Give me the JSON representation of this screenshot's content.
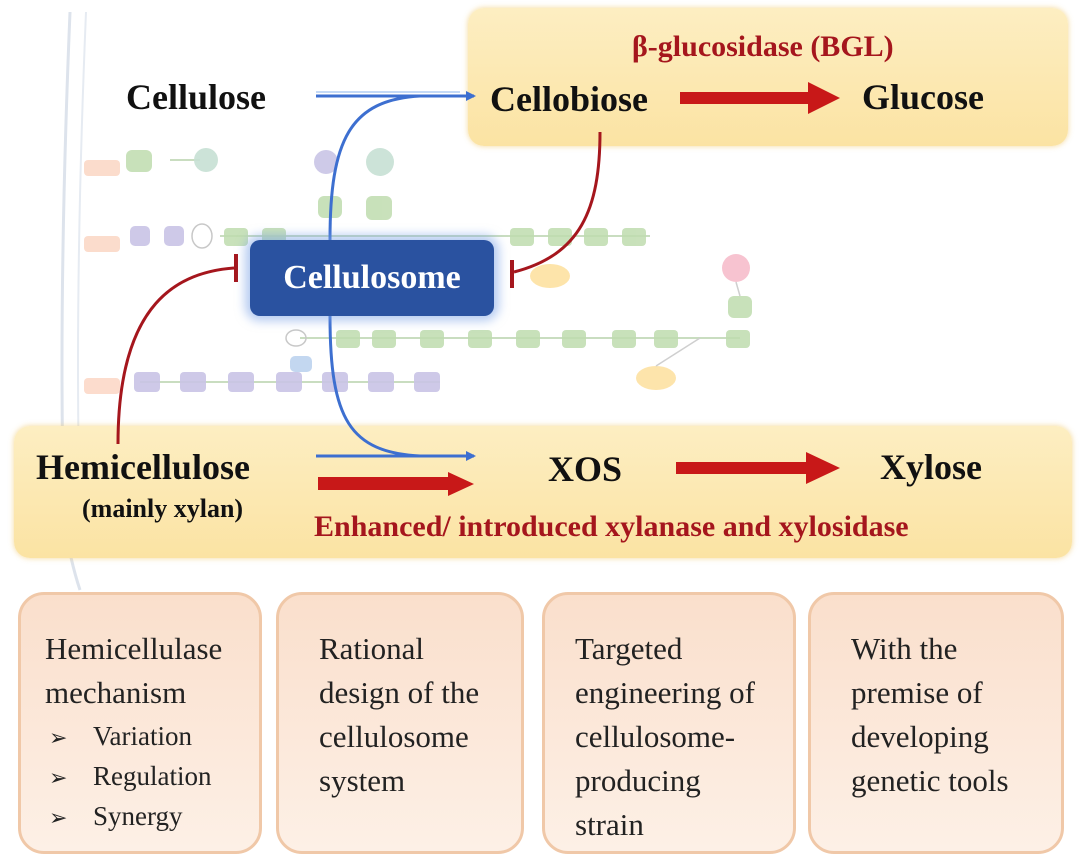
{
  "top_row": {
    "cellulose": "Cellulose",
    "cellobiose": "Cellobiose",
    "glucose": "Glucose",
    "enzyme": "β-glucosidase (BGL)"
  },
  "center": {
    "cellulosome": "Cellulosome"
  },
  "bottom_row": {
    "hemicellulose": "Hemicellulose",
    "hemicellulose_note": "(mainly xylan)",
    "xos": "XOS",
    "xylose": "Xylose",
    "enzymes": "Enhanced/ introduced xylanase and xylosidase"
  },
  "colors": {
    "band_fill": "#fbe3a3",
    "card_fill": "#fadfcc",
    "cellulosome_fill": "#2a52a0",
    "blue_arrow": "#3d6fd0",
    "red_arrow": "#c81818",
    "inhibition_line": "#a5161d"
  },
  "cards": [
    {
      "lines": [
        "Hemicellulase",
        "mechanism"
      ],
      "bullets": [
        "Variation",
        "Regulation",
        "Synergy"
      ]
    },
    {
      "lines": [
        "Rational",
        "design of the",
        "cellulosome",
        "system"
      ]
    },
    {
      "lines": [
        "Targeted",
        "engineering of",
        "cellulosome-",
        "producing",
        "strain"
      ]
    },
    {
      "lines": [
        "With the",
        "premise of",
        "developing",
        "genetic tools"
      ]
    }
  ],
  "bullet_glyph": "➢"
}
